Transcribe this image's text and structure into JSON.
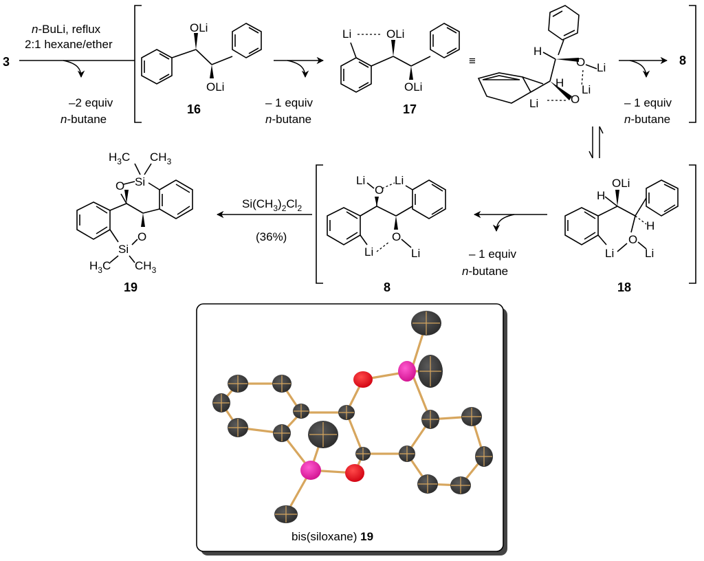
{
  "scheme": {
    "start_compound": "3",
    "step1": {
      "reagent_line1": "-BuLi, reflux",
      "reagent_line1_prefix": "n",
      "reagent_line2": "2:1 hexane/ether",
      "byproduct_line1": "–2 equiv",
      "byproduct_prefix": "n",
      "byproduct_line2": "-butane"
    },
    "step2": {
      "byproduct_line1": "– 1 equiv",
      "byproduct_prefix": "n",
      "byproduct_line2": "-butane"
    },
    "step3": {
      "byproduct_line1": "– 1 equiv",
      "byproduct_prefix": "n",
      "byproduct_line2": "-butane"
    },
    "step4": {
      "byproduct_line1": "– 1 equiv",
      "byproduct_prefix": "n",
      "byproduct_line2": "-butane"
    },
    "step5": {
      "reagent": "Si(CH",
      "reagent_sub1": "3",
      "reagent_mid": ")",
      "reagent_sub2": "2",
      "reagent_end": "Cl",
      "reagent_sub3": "2",
      "yield": "(36%)"
    },
    "equiv_symbol": "≡",
    "compounds": {
      "c16": "16",
      "c17": "17",
      "c8": "8",
      "c8_arrow": "8",
      "c18": "18",
      "c19": "19"
    },
    "atoms": {
      "OLi": "OLi",
      "Li": "Li",
      "O": "O",
      "H": "H",
      "Si": "Si",
      "CH3": "CH",
      "H3C": "H",
      "sub3": "3",
      "C_of_H3C": "C"
    }
  },
  "crystal_structure": {
    "caption": "bis(siloxane) ",
    "caption_bold": "19",
    "atom_colors": {
      "carbon": "#3a3a3a",
      "oxygen": "#e8141c",
      "silicon": "#e61ea6",
      "bond": "#d7a65e"
    }
  }
}
